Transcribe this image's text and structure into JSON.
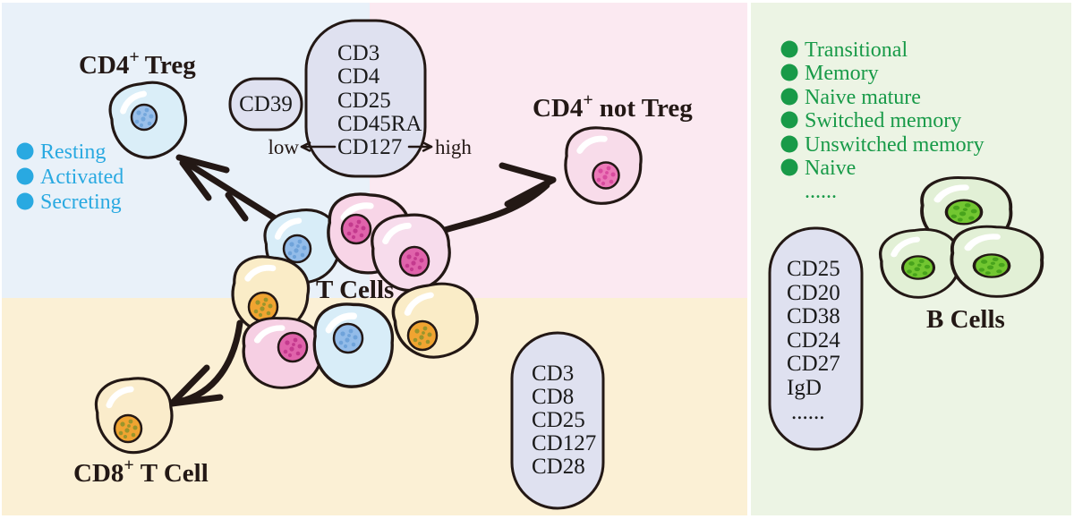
{
  "labels": {
    "t_cells": "T Cells",
    "b_cells": "B Cells",
    "cd4_treg": {
      "base": "CD4",
      "sup": "+",
      "rest": "Treg"
    },
    "cd4_not_treg": {
      "base": "CD4",
      "sup": "+",
      "rest": "not Treg"
    },
    "cd8_t_cell": {
      "base": "CD8",
      "sup": "+",
      "rest": "T Cell"
    },
    "low": "low",
    "high": "high"
  },
  "treg_states": [
    "Resting",
    "Activated",
    "Secreting"
  ],
  "b_subsets": [
    "Transitional",
    "Memory",
    "Naive mature",
    "Switched memory",
    "Unswitched memory",
    "Naive",
    "......"
  ],
  "markers": {
    "cd39": "CD39",
    "treg_panel": [
      "CD3",
      "CD4",
      "CD25",
      "CD45RA",
      "CD127"
    ],
    "cd8_panel": [
      "CD3",
      "CD8",
      "CD25",
      "CD127",
      "CD28"
    ],
    "b_panel": [
      "CD25",
      "CD20",
      "CD38",
      "CD24",
      "CD27",
      "IgD",
      "......"
    ]
  },
  "colors": {
    "quadrant_blue": "#e9f1f9",
    "quadrant_pink": "#fbe9f1",
    "quadrant_cream": "#fbf0d5",
    "quadrant_green": "#ecf4e4",
    "capsule_fill": "#dfe1f0",
    "outline": "#231815",
    "blue_text": "#29a9e1",
    "green_text": "#189a48",
    "cell_blue_body": "#d8edf8",
    "cell_blue_nucleus": "#93bce9",
    "cell_pink_body": "#f8d5e7",
    "cell_pink_nucleus": "#e063ab",
    "cell_yellow_body": "#faecc7",
    "cell_yellow_nucleus": "#f0a431",
    "cell_green_body": "#e2f0d6",
    "cell_green_nucleus": "#72c631"
  }
}
